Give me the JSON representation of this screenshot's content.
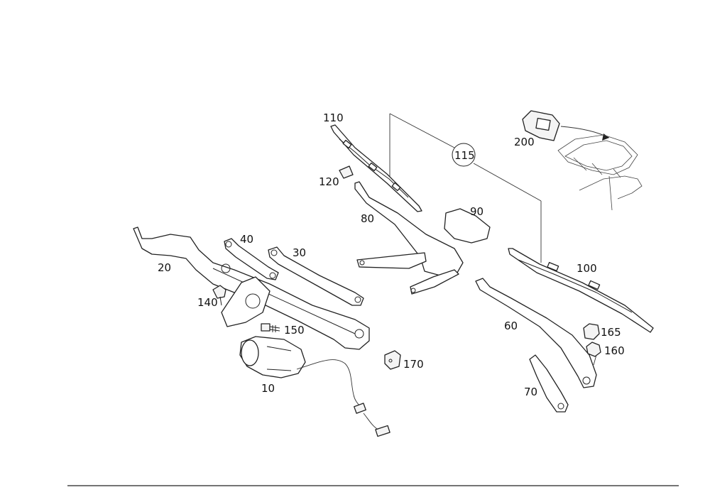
{
  "callouts": {
    "c10": "10",
    "c20": "20",
    "c30": "30",
    "c40": "40",
    "c60": "60",
    "c70": "70",
    "c80": "80",
    "c90": "90",
    "c100": "100",
    "c110": "110",
    "c115": "115",
    "c120": "120",
    "c140": "140",
    "c150": "150",
    "c160": "160",
    "c165": "165",
    "c170": "170",
    "c200": "200"
  }
}
